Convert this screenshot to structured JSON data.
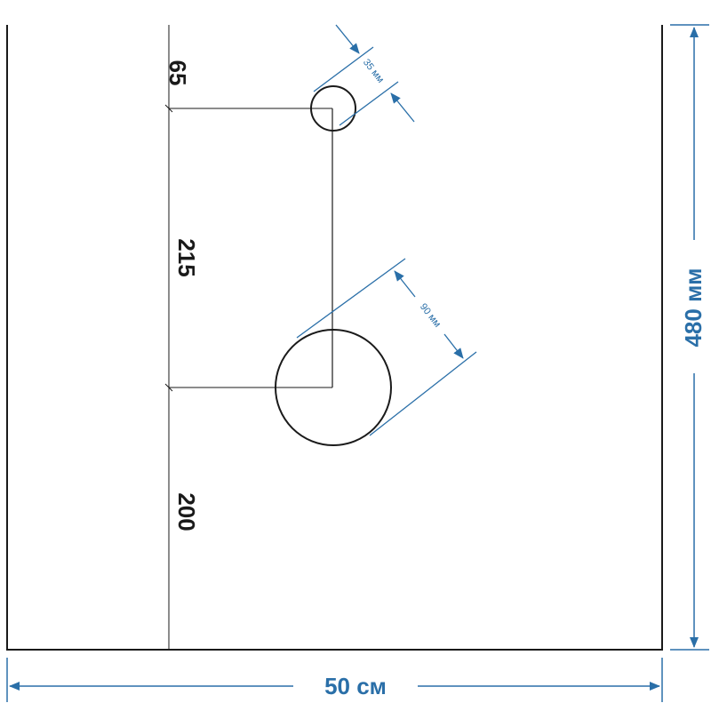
{
  "drawing": {
    "dimensions": {
      "top_offset": "65",
      "hole_spacing": "215",
      "bottom_offset": "200",
      "small_hole_diameter": "35 мм",
      "large_hole_diameter": "90 мм",
      "panel_height": "480 мм",
      "panel_width": "50 см"
    },
    "colors": {
      "line": "#1a1a1a",
      "dimension_blue": "#2a6fa8"
    }
  }
}
